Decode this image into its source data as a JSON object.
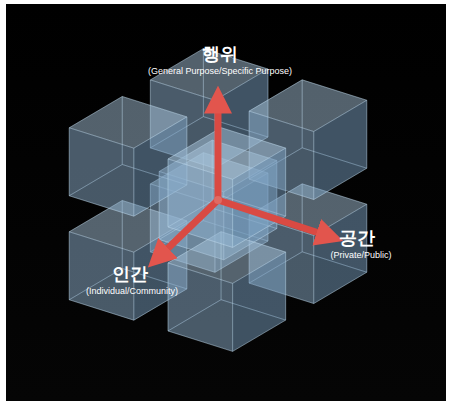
{
  "diagram": {
    "labels": [
      "행위",
      "(General Purpose/Specific Purpose)",
      "공간",
      "(Private/Public)",
      "인간",
      "(Individual/Community)"
    ]
  }
}
